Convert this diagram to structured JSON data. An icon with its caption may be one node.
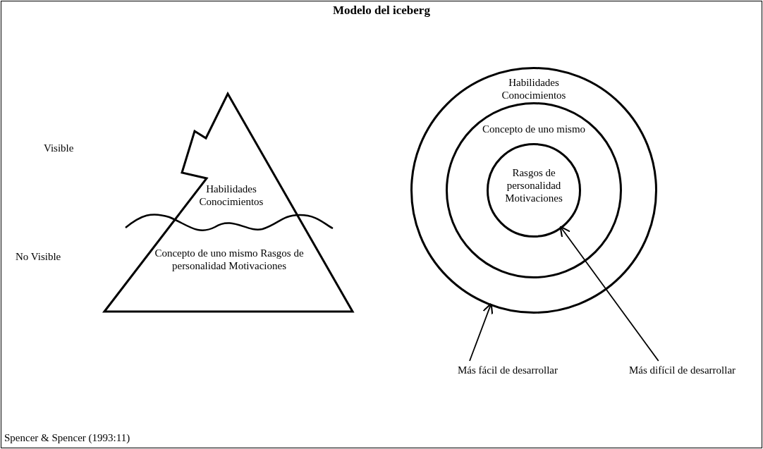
{
  "diagram": {
    "title": "Modelo del iceberg",
    "caption": "Spencer & Spencer (1993:11)",
    "nodes": [
      {
        "text": [
          "Habilidades Conocimientos",
          "Concepto de uno mismo Rasgos de personalidad Motivaciones"
        ]
      },
      {
        "text": [
          "Habilidades Conocimientos"
        ]
      },
      {
        "text": [
          "Concepto de uno mismo"
        ],
        "in": 1
      },
      {
        "text": [
          "Rasgos de personalidad Motivaciones"
        ],
        "in": 2
      },
      {
        "text": [
          "Más fácil de desarrollar"
        ]
      },
      {
        "text": [
          "Más difícil de desarrollar"
        ]
      }
    ],
    "edges": [
      {
        "from": 4,
        "to": 1,
        "arrow": "to"
      },
      {
        "from": 5,
        "to": 3,
        "arrow": "to"
      }
    ],
    "labels": [
      "Visible",
      "No Visible"
    ]
  }
}
